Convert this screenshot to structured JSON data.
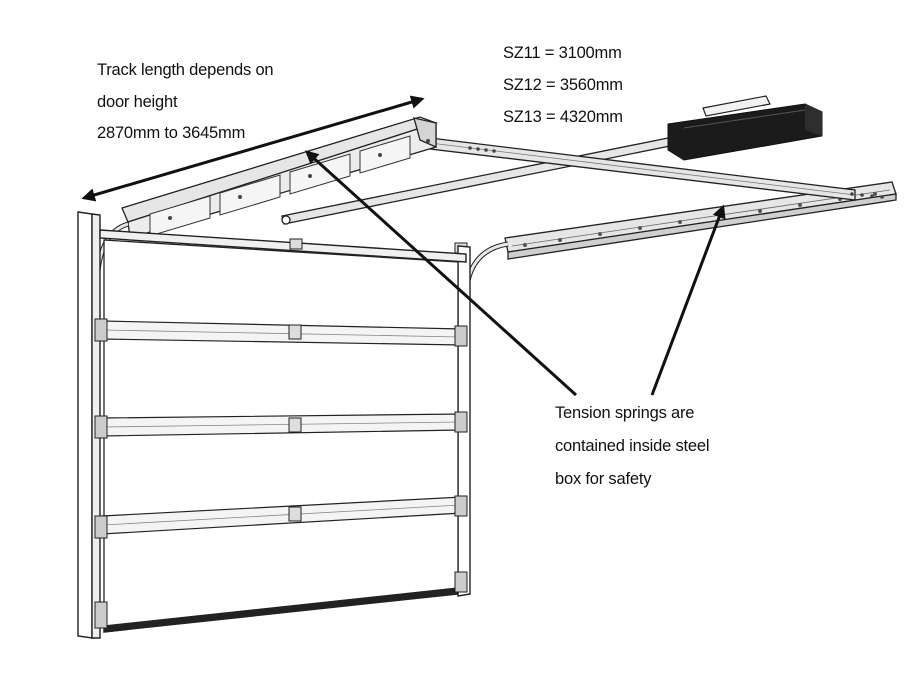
{
  "annotations": {
    "track_length": {
      "lines": [
        "Track length  depends on",
        "door height",
        "2870mm to 3645mm"
      ]
    },
    "models": [
      "SZ11 = 3100mm",
      "SZ12 = 3560mm",
      "SZ13 = 4320mm"
    ],
    "springs_note": {
      "lines": [
        "Tension springs are",
        "contained inside steel",
        "box for safety"
      ]
    }
  },
  "colors": {
    "line": "#111111",
    "rail_fill": "#e6e6e6",
    "motor": "#1b1b1b",
    "background": "#ffffff"
  }
}
